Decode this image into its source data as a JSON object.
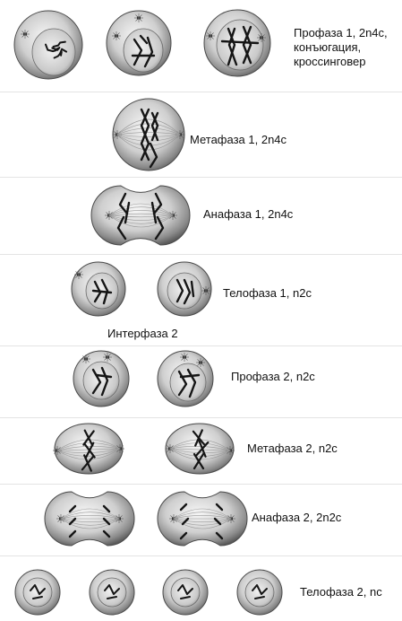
{
  "stages": {
    "prophase1": {
      "label_lines": [
        "Профаза 1, 2n4c,",
        "конъюгация,",
        "кроссинговер"
      ]
    },
    "metaphase1": {
      "label": "Метафаза 1, 2n4c"
    },
    "anaphase1": {
      "label": "Анафаза 1, 2n4c"
    },
    "telophase1": {
      "label": "Телофаза 1, n2c"
    },
    "interphase2": {
      "label": "Интерфаза 2"
    },
    "prophase2": {
      "label": "Профаза 2, n2c"
    },
    "metaphase2": {
      "label": "Метафаза 2, n2c"
    },
    "anaphase2": {
      "label": "Анафаза 2, 2n2c"
    },
    "telophase2": {
      "label": "Телофаза 2, nc"
    }
  },
  "colors": {
    "cell_light": "#f4f4f4",
    "cell_mid": "#b8b8b8",
    "cell_dark": "#5e5e5e",
    "chromosome": "#151515",
    "spindle": "#9a9a9a",
    "text": "#111111"
  }
}
